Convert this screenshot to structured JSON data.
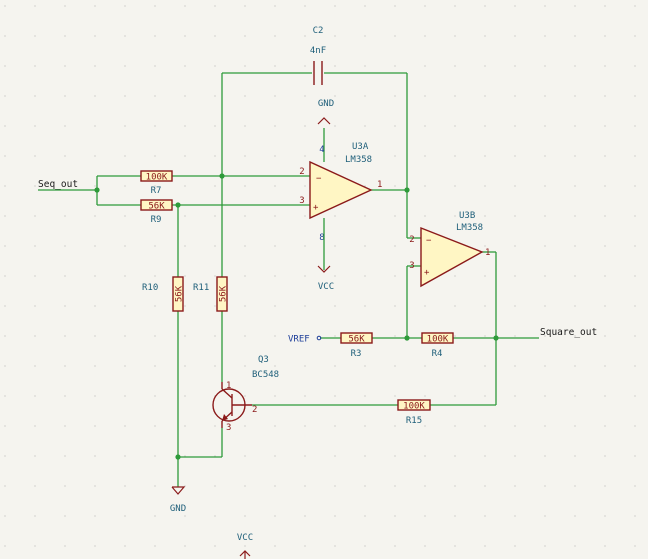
{
  "nets": {
    "seq_out": "Seq_out",
    "square_out": "Square_out",
    "vref": "VREF",
    "gnd_top": "GND",
    "vcc_mid": "VCC",
    "gnd_bottom": "GND",
    "vcc_bottom": "VCC"
  },
  "components": {
    "c2": {
      "ref": "C2",
      "value": "4nF"
    },
    "u3a": {
      "ref": "U3A",
      "value": "LM358",
      "pins": {
        "inv": "2",
        "noninv": "3",
        "out": "1",
        "vplus": "4",
        "vminus": "8"
      }
    },
    "u3b": {
      "ref": "U3B",
      "value": "LM358",
      "pins": {
        "inv": "2",
        "noninv": "3",
        "out": "1"
      }
    },
    "r7": {
      "ref": "R7",
      "value": "100K"
    },
    "r9": {
      "ref": "R9",
      "value": "56K"
    },
    "r10": {
      "ref": "R10",
      "value": "56K"
    },
    "r11": {
      "ref": "R11",
      "value": "56K"
    },
    "r3": {
      "ref": "R3",
      "value": "56K"
    },
    "r4": {
      "ref": "R4",
      "value": "100K"
    },
    "r15": {
      "ref": "R15",
      "value": "100K"
    },
    "q3": {
      "ref": "Q3",
      "value": "BC548",
      "pins": {
        "c": "1",
        "b": "2",
        "e": "3"
      }
    }
  },
  "symbols": {
    "plus": "+",
    "minus": "−"
  }
}
